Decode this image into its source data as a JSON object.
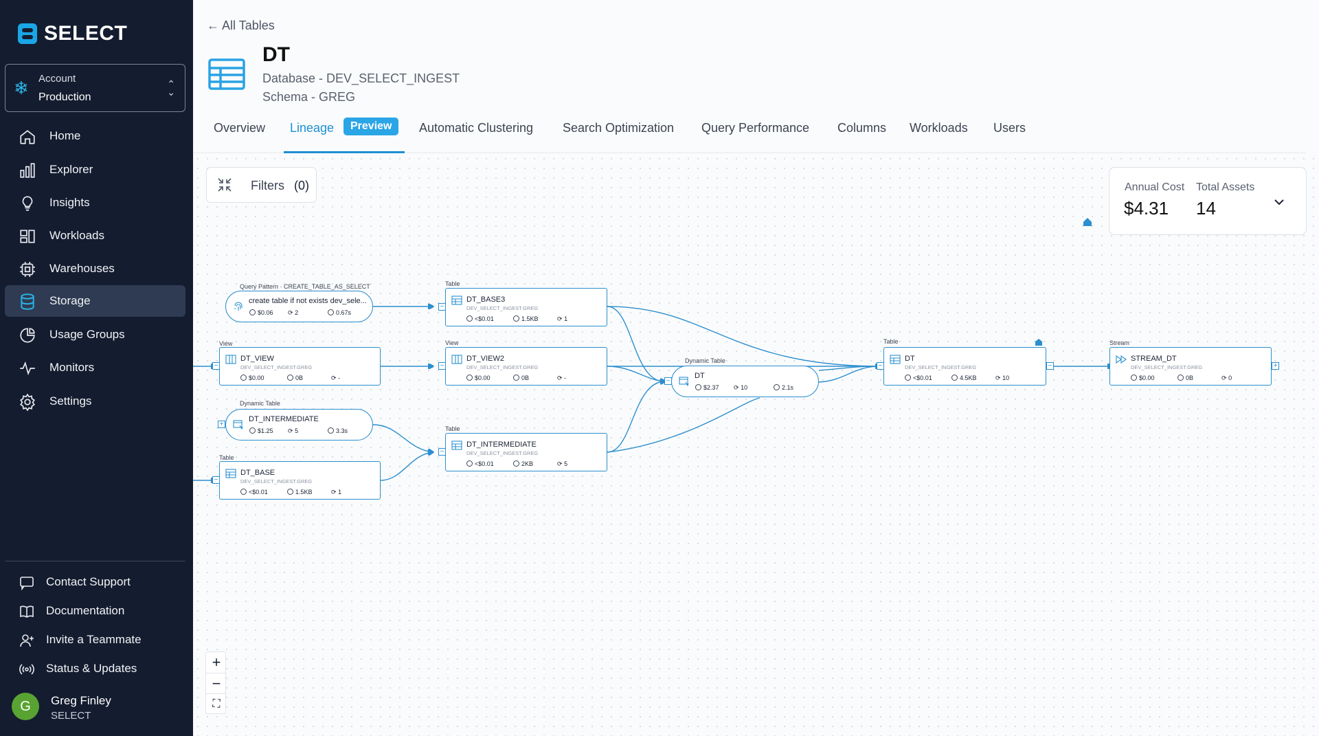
{
  "brand": {
    "name": "SELECT"
  },
  "account": {
    "label": "Account",
    "value": "Production"
  },
  "nav": [
    {
      "label": "Home",
      "icon": "home-icon"
    },
    {
      "label": "Explorer",
      "icon": "bar-chart-icon"
    },
    {
      "label": "Insights",
      "icon": "lightbulb-icon"
    },
    {
      "label": "Workloads",
      "icon": "workloads-icon"
    },
    {
      "label": "Warehouses",
      "icon": "chip-icon"
    },
    {
      "label": "Storage",
      "icon": "database-icon",
      "active": true
    },
    {
      "label": "Usage Groups",
      "icon": "pie-chart-icon"
    },
    {
      "label": "Monitors",
      "icon": "pulse-icon"
    },
    {
      "label": "Settings",
      "icon": "gear-icon"
    }
  ],
  "bottom_nav": [
    {
      "label": "Contact Support",
      "icon": "chat-icon"
    },
    {
      "label": "Documentation",
      "icon": "book-icon"
    },
    {
      "label": "Invite a Teammate",
      "icon": "user-plus-icon"
    },
    {
      "label": "Status & Updates",
      "icon": "broadcast-icon"
    }
  ],
  "user": {
    "initial": "G",
    "name": "Greg Finley",
    "org": "SELECT"
  },
  "header": {
    "back_label": "All Tables",
    "title": "DT",
    "database": "Database - DEV_SELECT_INGEST",
    "schema": "Schema - GREG"
  },
  "tabs": [
    "Overview",
    "Lineage",
    "Automatic Clustering",
    "Search Optimization",
    "Query Performance",
    "Columns",
    "Workloads",
    "Users"
  ],
  "lineage_badge": "Preview",
  "filters": {
    "label": "Filters",
    "count": "(0)"
  },
  "summary": {
    "cost_label": "Annual Cost",
    "cost_value": "$4.31",
    "assets_label": "Total Assets",
    "assets_value": "14"
  },
  "zoom": {
    "in": "+",
    "out": "−",
    "fit": "⛶"
  },
  "accent_color": "#2b8fcf",
  "nodes": {
    "qp": {
      "type": "Query Pattern · CREATE_TABLE_AS_SELECT",
      "name": "create table if not exists dev_sele...",
      "s1": "$0.06",
      "s2": "2",
      "s3": "0.67s"
    },
    "view": {
      "type": "View",
      "name": "DT_VIEW",
      "sub": "DEV_SELECT_INGEST.GREG",
      "s1": "$0.00",
      "s2": "0B",
      "s3": "-"
    },
    "dyn_int": {
      "type": "Dynamic Table",
      "name": "DT_INTERMEDIATE",
      "s1": "$1.25",
      "s2": "5",
      "s3": "3.3s"
    },
    "base": {
      "type": "Table",
      "name": "DT_BASE",
      "sub": "DEV_SELECT_INGEST.GREG",
      "s1": "<$0.01",
      "s2": "1.5KB",
      "s3": "1"
    },
    "base3": {
      "type": "Table",
      "name": "DT_BASE3",
      "sub": "DEV_SELECT_INGEST.GREG",
      "s1": "<$0.01",
      "s2": "1.5KB",
      "s3": "1"
    },
    "view2": {
      "type": "View",
      "name": "DT_VIEW2",
      "sub": "DEV_SELECT_INGEST.GREG",
      "s1": "$0.00",
      "s2": "0B",
      "s3": "-"
    },
    "int_tbl": {
      "type": "Table",
      "name": "DT_INTERMEDIATE",
      "sub": "DEV_SELECT_INGEST.GREG",
      "s1": "<$0.01",
      "s2": "2KB",
      "s3": "5"
    },
    "dyn_dt": {
      "type": "Dynamic Table",
      "name": "DT",
      "s1": "$2.37",
      "s2": "10",
      "s3": "2.1s"
    },
    "dt": {
      "type": "Table",
      "name": "DT",
      "sub": "DEV_SELECT_INGEST.GREG",
      "s1": "<$0.01",
      "s2": "4.5KB",
      "s3": "10"
    },
    "stream": {
      "type": "Stream",
      "name": "STREAM_DT",
      "sub": "DEV_SELECT_INGEST.GREG",
      "s1": "$0.00",
      "s2": "0B",
      "s3": "0"
    }
  }
}
